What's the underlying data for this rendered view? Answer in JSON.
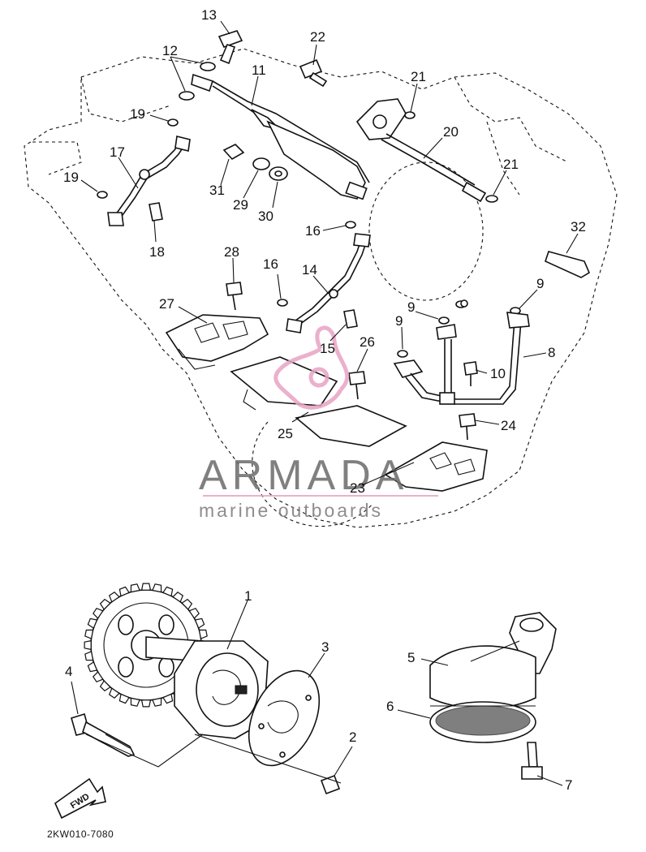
{
  "diagram": {
    "callouts": [
      "1",
      "2",
      "3",
      "4",
      "5",
      "6",
      "7",
      "8",
      "9",
      "10",
      "11",
      "12",
      "13",
      "14",
      "15",
      "16",
      "17",
      "18",
      "19",
      "20",
      "21",
      "22",
      "23",
      "24",
      "25",
      "26",
      "27",
      "28",
      "29",
      "30",
      "31",
      "32"
    ],
    "fwd_label": "FWD",
    "drawing_code": "2KW010-7080"
  },
  "watermark": {
    "brand": "ARMADA",
    "tagline": "marine outboards",
    "accent_color": "#e8a3c4"
  }
}
